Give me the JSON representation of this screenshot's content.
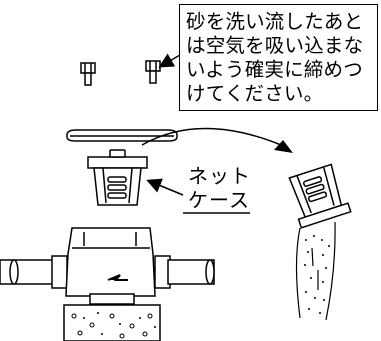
{
  "callout": {
    "lines": [
      "砂を洗い流したあと",
      "は空気を吸い込まな",
      "いよう確実に締めつ",
      "けてください。"
    ]
  },
  "net_case_label": {
    "lines": [
      "ネット",
      "ケース"
    ]
  }
}
